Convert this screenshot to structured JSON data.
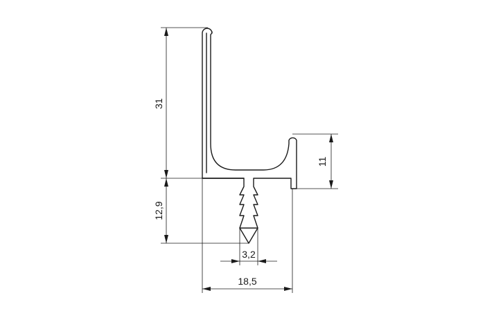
{
  "dimensions": {
    "height_total": "31",
    "height_lower": "12,9",
    "height_right": "11",
    "width_stem": "3,2",
    "width_total": "18,5"
  }
}
